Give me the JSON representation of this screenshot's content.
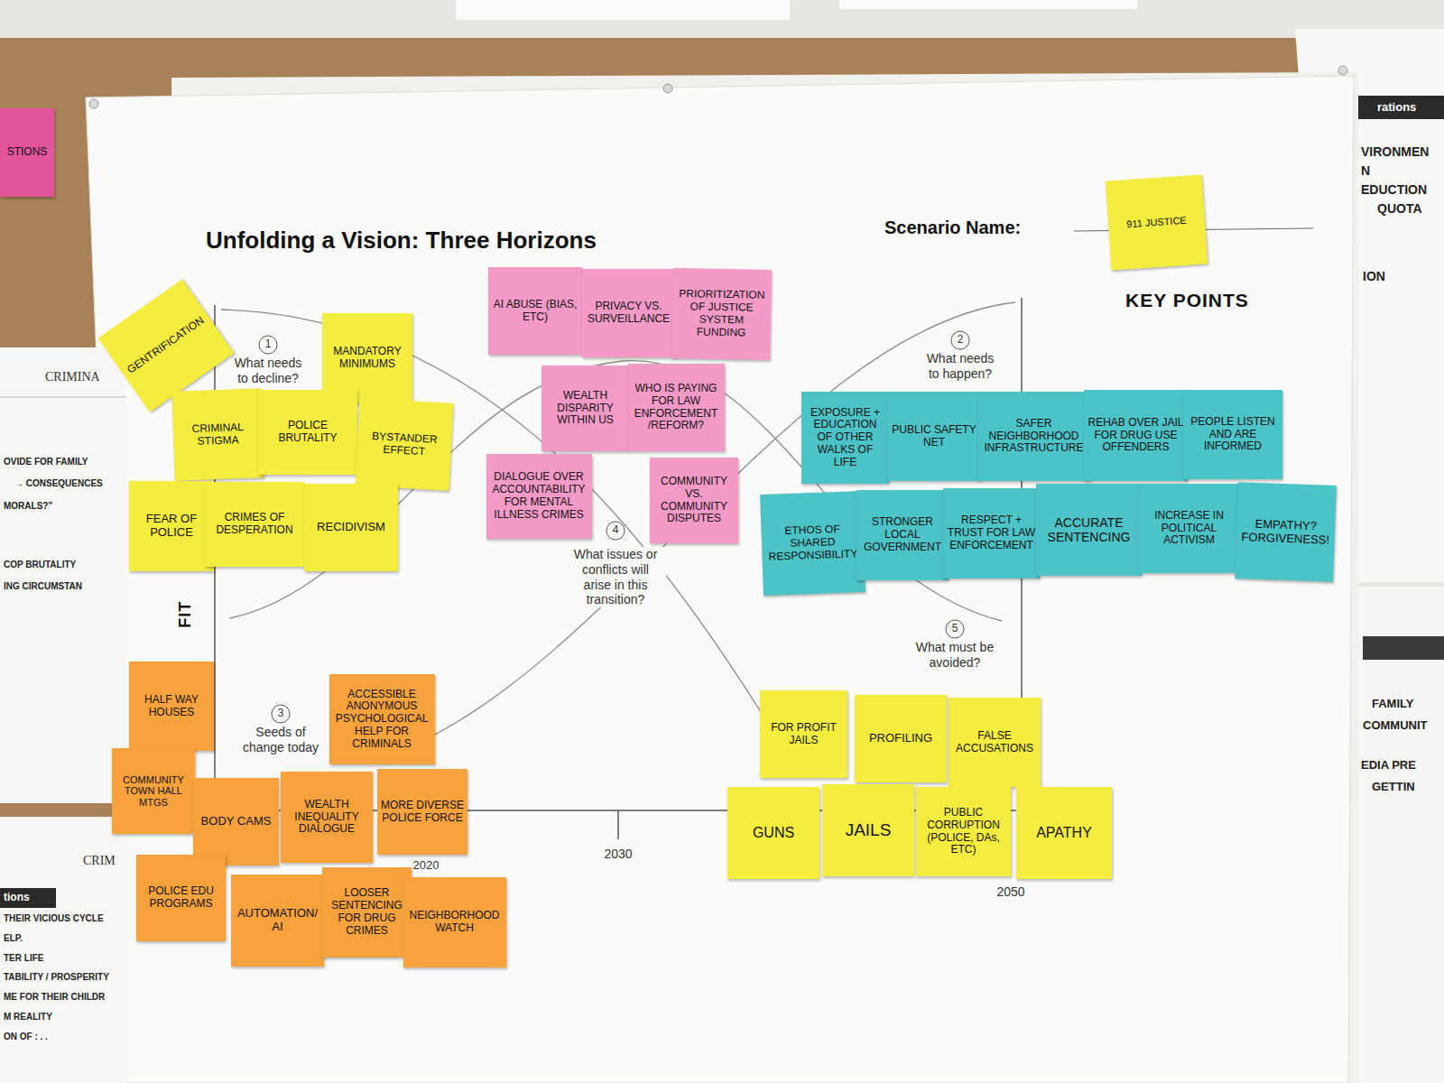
{
  "diagram": {
    "title": "Unfolding a Vision: Three Horizons",
    "nodes": [
      {
        "text": [
          "STIONS"
        ]
      },
      {
        "text": [
          "911 JUSTICE"
        ]
      },
      {
        "text": [
          "GENTRIFICATION"
        ]
      },
      {
        "text": [
          "MANDATORY MINIMUMS"
        ]
      },
      {
        "text": [
          "CRIMINAL STIGMA"
        ]
      },
      {
        "text": [
          "POLICE BRUTALITY"
        ]
      },
      {
        "text": [
          "BYSTANDER EFFECT"
        ]
      },
      {
        "text": [
          "FEAR OF POLICE"
        ]
      },
      {
        "text": [
          "CRIMES OF DESPERATION"
        ]
      },
      {
        "text": [
          "RECIDIVISM"
        ]
      },
      {
        "text": [
          "AI ABUSE (BIAS, ETC)"
        ]
      },
      {
        "text": [
          "PRIVACY VS. SURVEILLANCE"
        ]
      },
      {
        "text": [
          "PRIORITIZATION OF JUSTICE SYSTEM FUNDING"
        ]
      },
      {
        "text": [
          "WEALTH DISPARITY WITHIN US"
        ]
      },
      {
        "text": [
          "WHO IS PAYING FOR LAW ENFORCEMENT /REFORM?"
        ]
      },
      {
        "text": [
          "DIALOGUE OVER ACCOUNTABILITY FOR MENTAL ILLNESS CRIMES"
        ]
      },
      {
        "text": [
          "COMMUNITY VS. COMMUNITY DISPUTES"
        ]
      },
      {
        "text": [
          "EXPOSURE + EDUCATION OF OTHER WALKS OF LIFE"
        ]
      },
      {
        "text": [
          "PUBLIC SAFETY NET"
        ]
      },
      {
        "text": [
          "SAFER NEIGHBORHOOD INFRASTRUCTURE"
        ]
      },
      {
        "text": [
          "REHAB OVER JAIL FOR DRUG USE OFFENDERS"
        ]
      },
      {
        "text": [
          "PEOPLE LISTEN AND ARE INFORMED"
        ]
      },
      {
        "text": [
          "ETHOS OF SHARED RESPONSIBILITY"
        ]
      },
      {
        "text": [
          "STRONGER LOCAL GOVERNMENT"
        ]
      },
      {
        "text": [
          "RESPECT + TRUST FOR LAW ENFORCEMENT"
        ]
      },
      {
        "text": [
          "ACCURATE SENTENCING"
        ]
      },
      {
        "text": [
          "INCREASE IN POLITICAL ACTIVISM"
        ]
      },
      {
        "text": [
          "EMPATHY? FORGIVENESS!"
        ]
      },
      {
        "text": [
          "HALF WAY HOUSES"
        ]
      },
      {
        "text": [
          "ACCESSIBLE ANONYMOUS PSYCHOLOGICAL HELP FOR CRIMINALS"
        ]
      },
      {
        "text": [
          "COMMUNITY TOWN HALL MTGS"
        ]
      },
      {
        "text": [
          "BODY CAMS"
        ]
      },
      {
        "text": [
          "WEALTH INEQUALITY DIALOGUE"
        ]
      },
      {
        "text": [
          "MORE DIVERSE POLICE FORCE"
        ]
      },
      {
        "text": [
          "POLICE EDU PROGRAMS"
        ]
      },
      {
        "text": [
          "AUTOMATION/ AI"
        ]
      },
      {
        "text": [
          "LOOSER SENTENCING FOR DRUG CRIMES"
        ]
      },
      {
        "text": [
          "NEIGHBORHOOD WATCH"
        ]
      },
      {
        "text": [
          "FOR PROFIT JAILS"
        ]
      },
      {
        "text": [
          "PROFILING"
        ]
      },
      {
        "text": [
          "FALSE ACCUSATIONS"
        ]
      },
      {
        "text": [
          "GUNS"
        ]
      },
      {
        "text": [
          "JAILS"
        ]
      },
      {
        "text": [
          "PUBLIC CORRUPTION (POLICE, DAs, ETC)"
        ]
      },
      {
        "text": [
          "APATHY"
        ]
      }
    ],
    "labels": [
      "Scenario Name:",
      "KEY POINTS",
      "1",
      "What needs to decline?",
      "2",
      "What needs to happen?",
      "3",
      "Seeds of change today",
      "4",
      "What issues or conflicts will arise in this transition?",
      "5",
      "What must be avoided?",
      "2020",
      "2030",
      "2050",
      "FIT",
      "CRIMINA",
      "OVIDE FOR FAMILY",
      "→ CONSEQUENCES",
      "MORALS?\"",
      "COP BRUTALITY",
      "ING CIRCUMSTAN",
      "CRIM",
      "tions",
      "THEIR VICIOUS CYCLE",
      "ELP.",
      "TER LIFE",
      "TABILITY / PROSPERITY",
      "ME FOR THEIR CHILDR",
      "M REALITY",
      "ON OF : . .",
      "rations",
      "VIRONMEN",
      "N",
      "EDUCTION",
      "QUOTA",
      "ION",
      "FAMILY",
      "COMMUNIT",
      "EDIA PRE",
      "GETTIN"
    ]
  }
}
